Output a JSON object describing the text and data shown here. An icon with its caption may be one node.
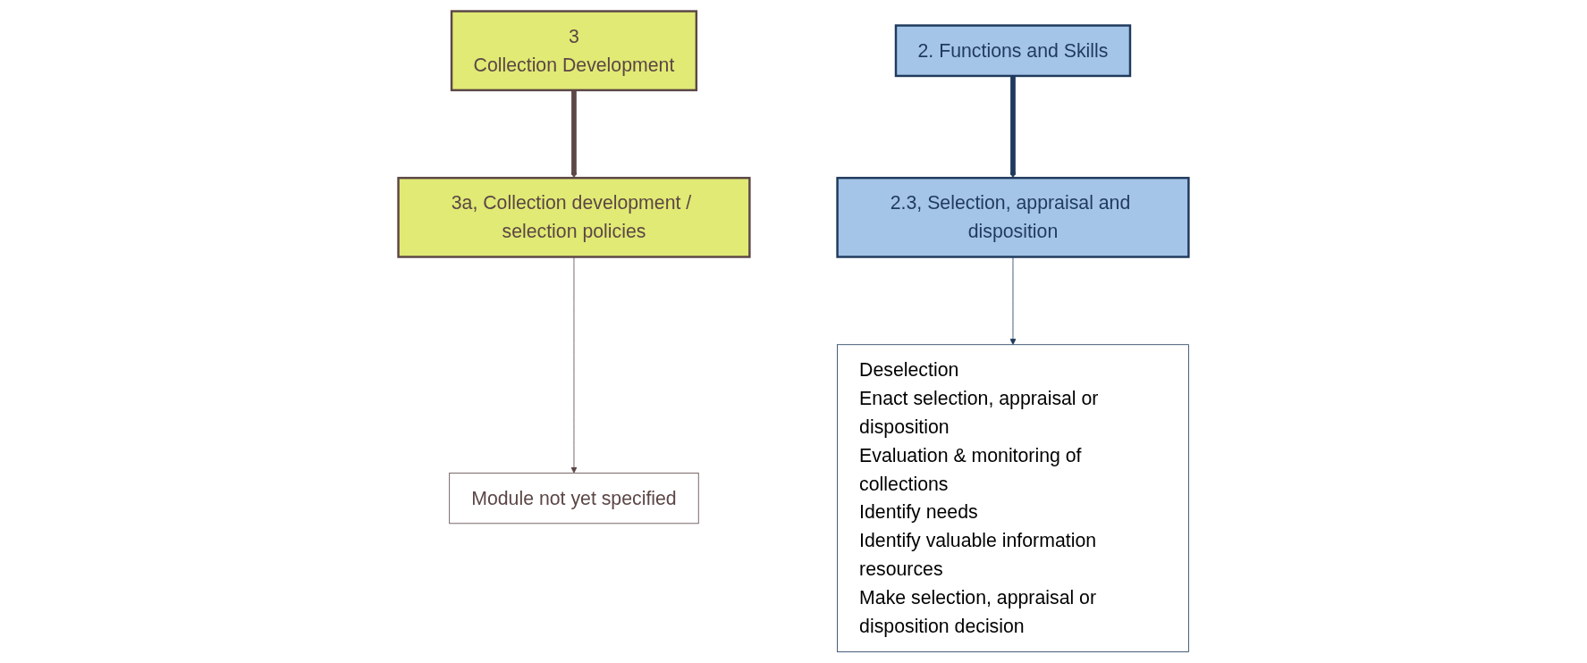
{
  "diagram": {
    "nodes": [
      {
        "text": [
          "3",
          "Collection Development"
        ]
      },
      {
        "text": [
          "3a, Collection development / selection policies"
        ]
      },
      {
        "text": [
          "Module not yet specified"
        ]
      },
      {
        "text": [
          "2. Functions and Skills"
        ]
      },
      {
        "text": [
          "2.3, Selection, appraisal and disposition"
        ]
      },
      {
        "text": [
          "Deselection",
          "Enact selection, appraisal or disposition",
          "Evaluation & monitoring of collections",
          "Identify needs",
          "Identify valuable information resources",
          "Make selection, appraisal or disposition decision"
        ]
      }
    ],
    "edges": [
      {
        "from": 0,
        "to": 1,
        "arrow": "to",
        "style": "thick",
        "color": "#5c4646"
      },
      {
        "from": 1,
        "to": 2,
        "arrow": "to",
        "color": "#5c4646"
      },
      {
        "from": 3,
        "to": 4,
        "arrow": "to",
        "style": "thick",
        "color": "#1f3a5c"
      },
      {
        "from": 4,
        "to": 5,
        "arrow": "to",
        "color": "#1f3a5c"
      }
    ]
  }
}
